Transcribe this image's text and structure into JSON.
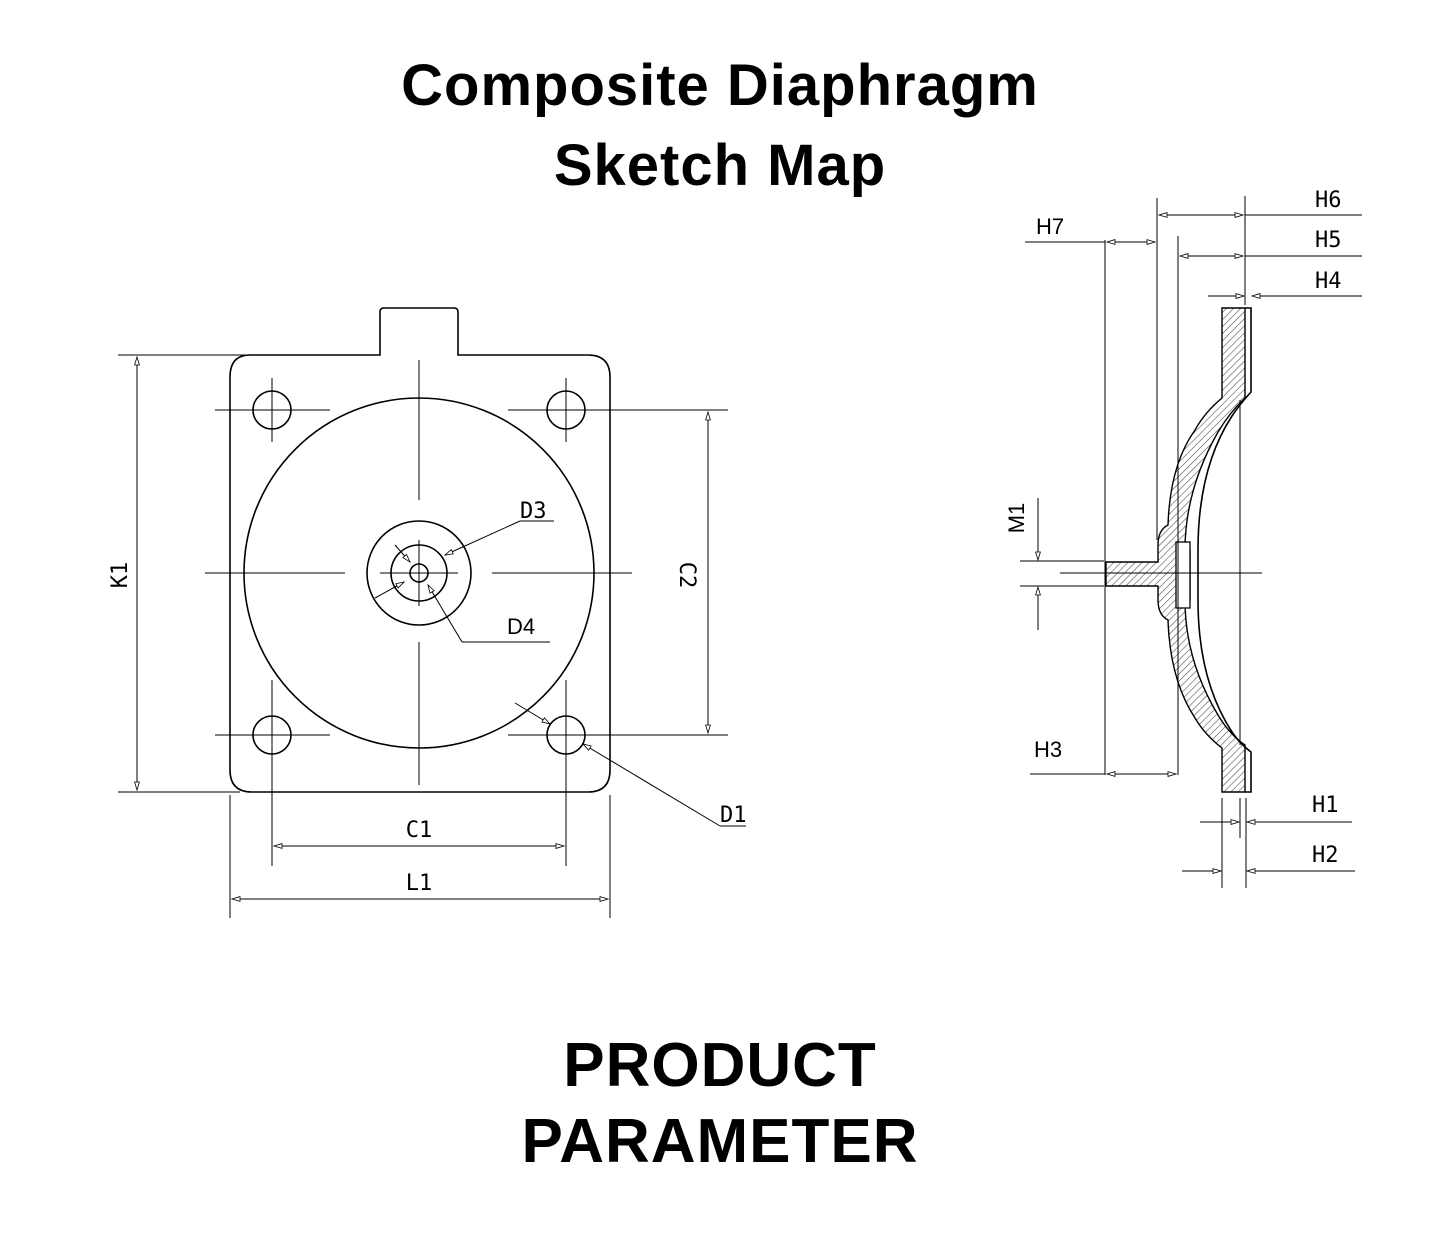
{
  "title": {
    "line1": "Composite Diaphragm",
    "line2": "Sketch Map"
  },
  "footer": {
    "line1": "PRODUCT",
    "line2": "PARAMETER"
  },
  "front_view": {
    "labels": {
      "k1": "K1",
      "c2": "C2",
      "c1": "C1",
      "l1": "L1",
      "d1": "D1",
      "d3": "D3",
      "d4": "D4"
    }
  },
  "side_view": {
    "labels": {
      "h1": "H1",
      "h2": "H2",
      "h3": "H3",
      "h4": "H4",
      "h5": "H5",
      "h6": "H6",
      "h7": "H7",
      "m1": "M1"
    }
  }
}
